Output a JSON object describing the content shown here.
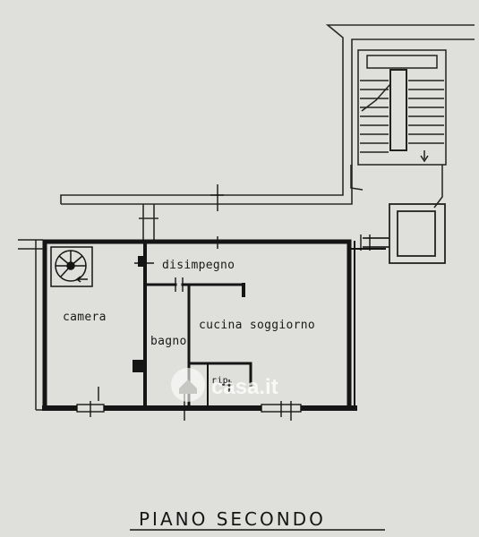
{
  "plan": {
    "title": "PIANO SECONDO",
    "rooms": {
      "disimpegno": "disimpegno",
      "camera": "camera",
      "bagno": "bagno",
      "cucina_soggiorno": "cucina soggiorno",
      "rip": "rip."
    },
    "watermark": "casa.it"
  },
  "colors": {
    "background": "#dfe0dc",
    "wall": "#151515",
    "line": "#2a2a2a"
  }
}
